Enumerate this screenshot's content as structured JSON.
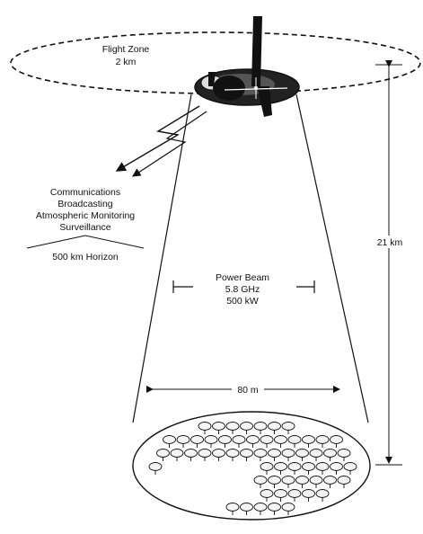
{
  "flight_zone": {
    "title": "Flight Zone",
    "distance": "2 km"
  },
  "services": {
    "items": [
      "Communications",
      "Broadcasting",
      "Atmospheric Monitoring",
      "Surveillance"
    ],
    "horizon": "500 km Horizon"
  },
  "power_beam": {
    "title": "Power Beam",
    "frequency": "5.8 GHz",
    "power": "500 kW"
  },
  "altitude": "21 km",
  "rectenna_width": "80 m",
  "colors": {
    "ink": "#111111",
    "background": "#ffffff"
  }
}
